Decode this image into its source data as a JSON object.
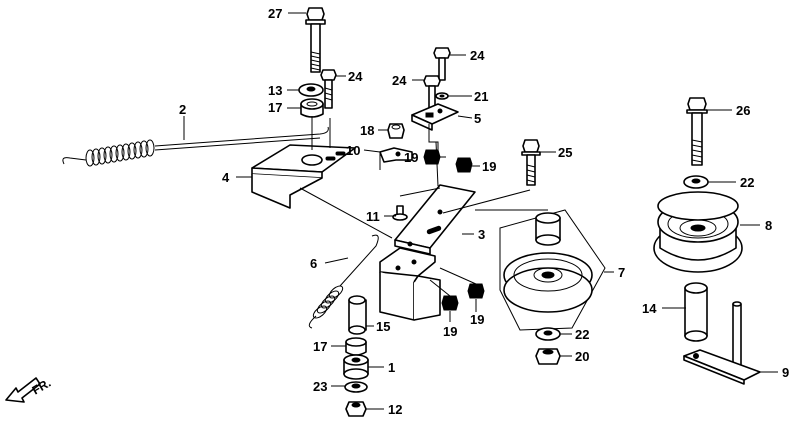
{
  "diagram": {
    "direction_label": "FR.",
    "callouts": [
      {
        "id": "c27",
        "text": "27"
      },
      {
        "id": "c13",
        "text": "13"
      },
      {
        "id": "c24a",
        "text": "24"
      },
      {
        "id": "c17a",
        "text": "17"
      },
      {
        "id": "c2",
        "text": "2"
      },
      {
        "id": "c4",
        "text": "4"
      },
      {
        "id": "c24b",
        "text": "24"
      },
      {
        "id": "c24c",
        "text": "24"
      },
      {
        "id": "c21",
        "text": "21"
      },
      {
        "id": "c5",
        "text": "5"
      },
      {
        "id": "c18",
        "text": "18"
      },
      {
        "id": "c10",
        "text": "10"
      },
      {
        "id": "c19a",
        "text": "19"
      },
      {
        "id": "c19b",
        "text": "19"
      },
      {
        "id": "c25",
        "text": "25"
      },
      {
        "id": "c26",
        "text": "26"
      },
      {
        "id": "c22a",
        "text": "22"
      },
      {
        "id": "c8",
        "text": "8"
      },
      {
        "id": "c11",
        "text": "11"
      },
      {
        "id": "c3",
        "text": "3"
      },
      {
        "id": "c7",
        "text": "7"
      },
      {
        "id": "c6",
        "text": "6"
      },
      {
        "id": "c14",
        "text": "14"
      },
      {
        "id": "c19c",
        "text": "19"
      },
      {
        "id": "c19d",
        "text": "19"
      },
      {
        "id": "c15",
        "text": "15"
      },
      {
        "id": "c22b",
        "text": "22"
      },
      {
        "id": "c17b",
        "text": "17"
      },
      {
        "id": "c20",
        "text": "20"
      },
      {
        "id": "c1",
        "text": "1"
      },
      {
        "id": "c9",
        "text": "9"
      },
      {
        "id": "c23",
        "text": "23"
      },
      {
        "id": "c12",
        "text": "12"
      }
    ]
  }
}
